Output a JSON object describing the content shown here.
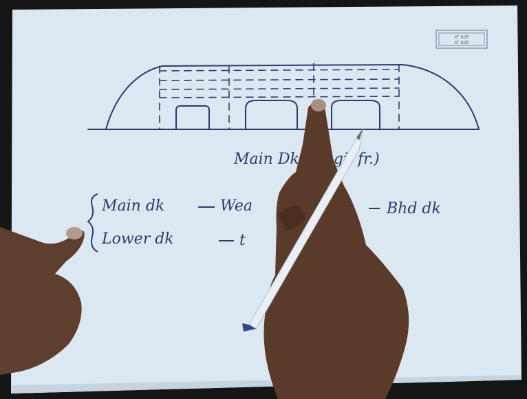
{
  "logo": {
    "line1": "IIT KGP",
    "line2": "IIT KGP"
  },
  "caption": {
    "text": "Main Dk (longi. fr.)"
  },
  "notes": {
    "line1_left": "Main dk",
    "line1_mid": "Wea",
    "line1_right": "Bhd dk",
    "line2_left": "Lower dk",
    "line2_mid": "t"
  },
  "colors": {
    "paper": "#dfeaf2",
    "ink": "#2e3a6e",
    "skin": "#5a3a2a",
    "pen_body": "#e8eef4",
    "pen_cap": "#2a4a8a"
  }
}
